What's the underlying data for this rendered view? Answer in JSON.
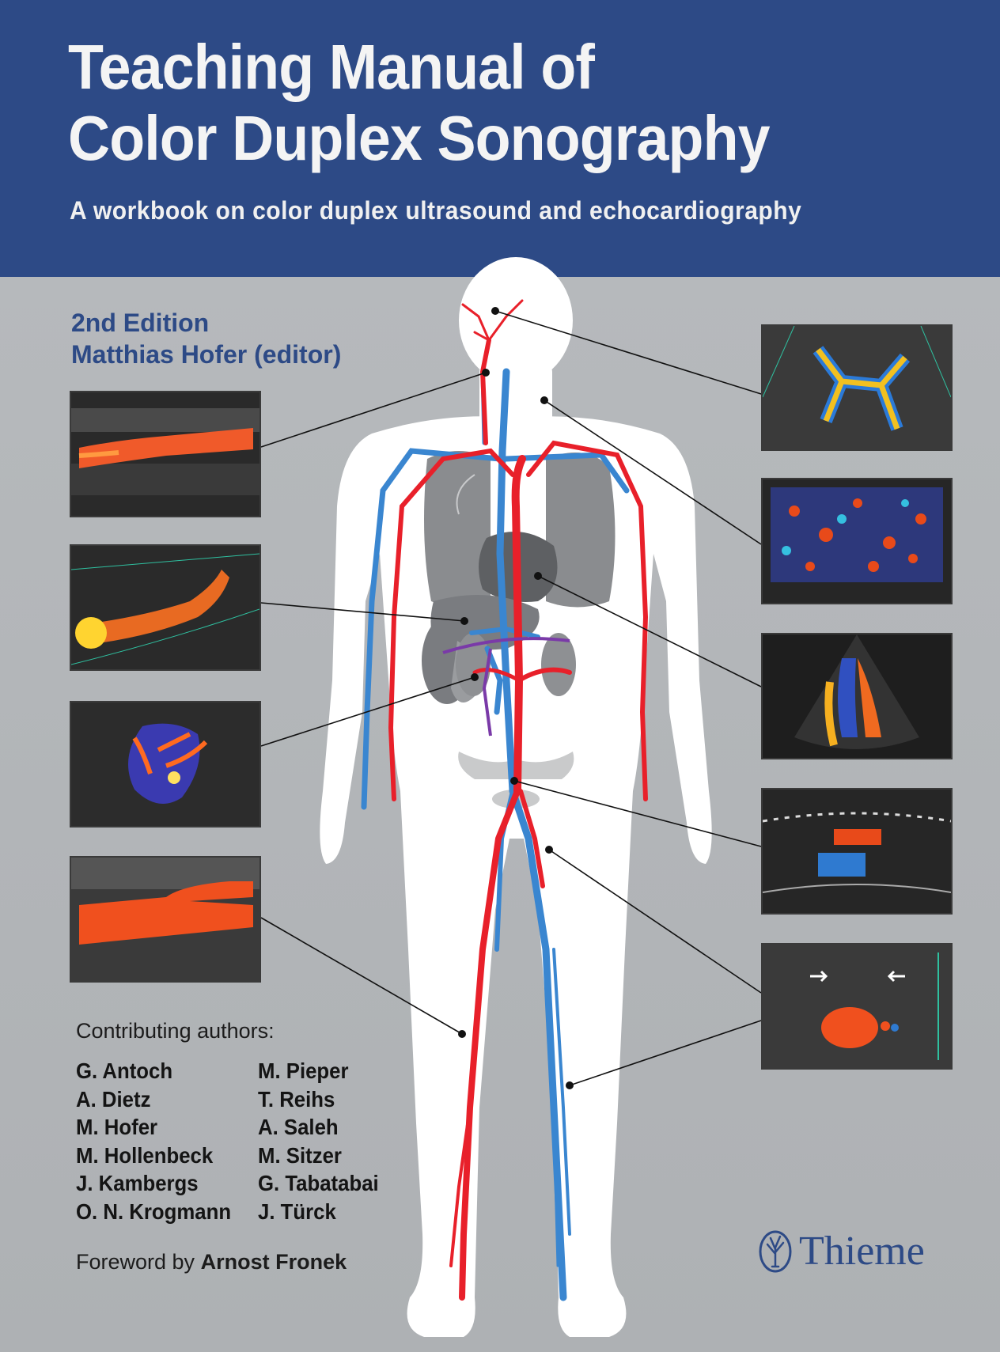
{
  "cover": {
    "title_line1": "Teaching Manual of",
    "title_line2": "Color Duplex Sonography",
    "subtitle": "A workbook on color duplex ultrasound and echocardiography",
    "edition": "2nd Edition",
    "editor": "Matthias Hofer (editor)",
    "contributors_heading": "Contributing authors:",
    "authors_col1": [
      "G. Antoch",
      "A. Dietz",
      "M. Hofer",
      "M. Hollenbeck",
      "J. Kambergs",
      "O. N. Krogmann"
    ],
    "authors_col2": [
      "M. Pieper",
      "T. Reihs",
      "A. Saleh",
      "M. Sitzer",
      "G. Tabatabai",
      "J. Türck"
    ],
    "foreword_prefix": "Foreword by",
    "foreword_name": "Arnost Fronek",
    "publisher": "Thieme"
  },
  "colors": {
    "band_blue": "#2d4a86",
    "background_grey": "#b1b3b6",
    "artery_red": "#e8202a",
    "vein_blue": "#3a86d0"
  },
  "icons": {
    "publisher_logo": "tree-logo-icon"
  }
}
